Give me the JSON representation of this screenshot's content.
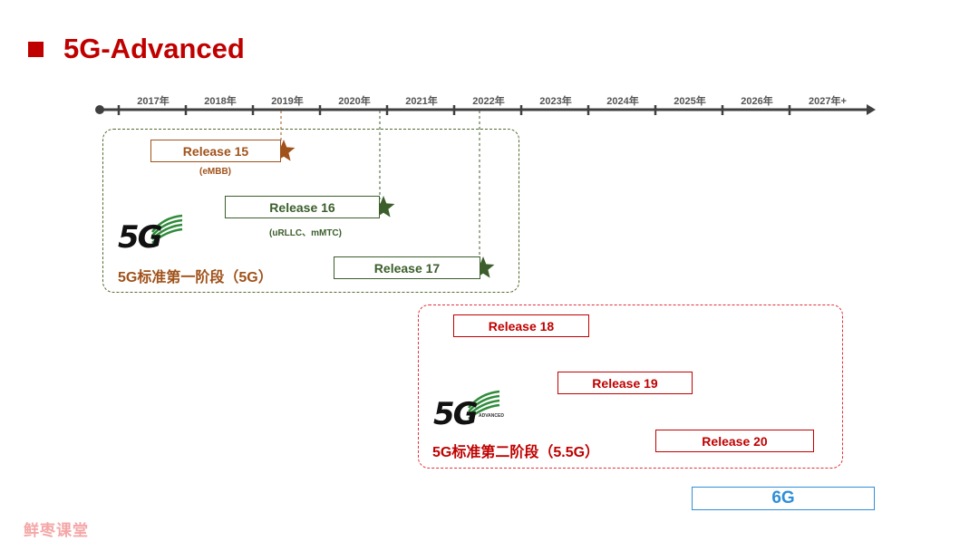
{
  "title": "5G-Advanced",
  "timeline": {
    "years": [
      "2017年",
      "2018年",
      "2019年",
      "2020年",
      "2021年",
      "2022年",
      "2023年",
      "2024年",
      "2025年",
      "2026年",
      "2027年+"
    ]
  },
  "stage1": {
    "label": "5G标准第一阶段（5G）",
    "logo_text": "5G",
    "releases": [
      {
        "label": "Release 15",
        "note": "(eMBB)"
      },
      {
        "label": "Release 16",
        "note": "(uRLLC、mMTC)"
      },
      {
        "label": "Release 17",
        "note": ""
      }
    ]
  },
  "stage2": {
    "label": "5G标准第二阶段（5.5G）",
    "logo_text": "5G",
    "logo_sub": "ADVANCED",
    "releases": [
      {
        "label": "Release 18"
      },
      {
        "label": "Release 19"
      },
      {
        "label": "Release 20"
      }
    ]
  },
  "next": {
    "label": "6G"
  },
  "watermark": "鲜枣课堂",
  "colors": {
    "title": "#c00000",
    "stage1_brown": "#a0521a",
    "stage1_green": "#3b5e2b",
    "stage2_red": "#c00000",
    "next_blue": "#2f8fd8",
    "axis": "#404040"
  }
}
